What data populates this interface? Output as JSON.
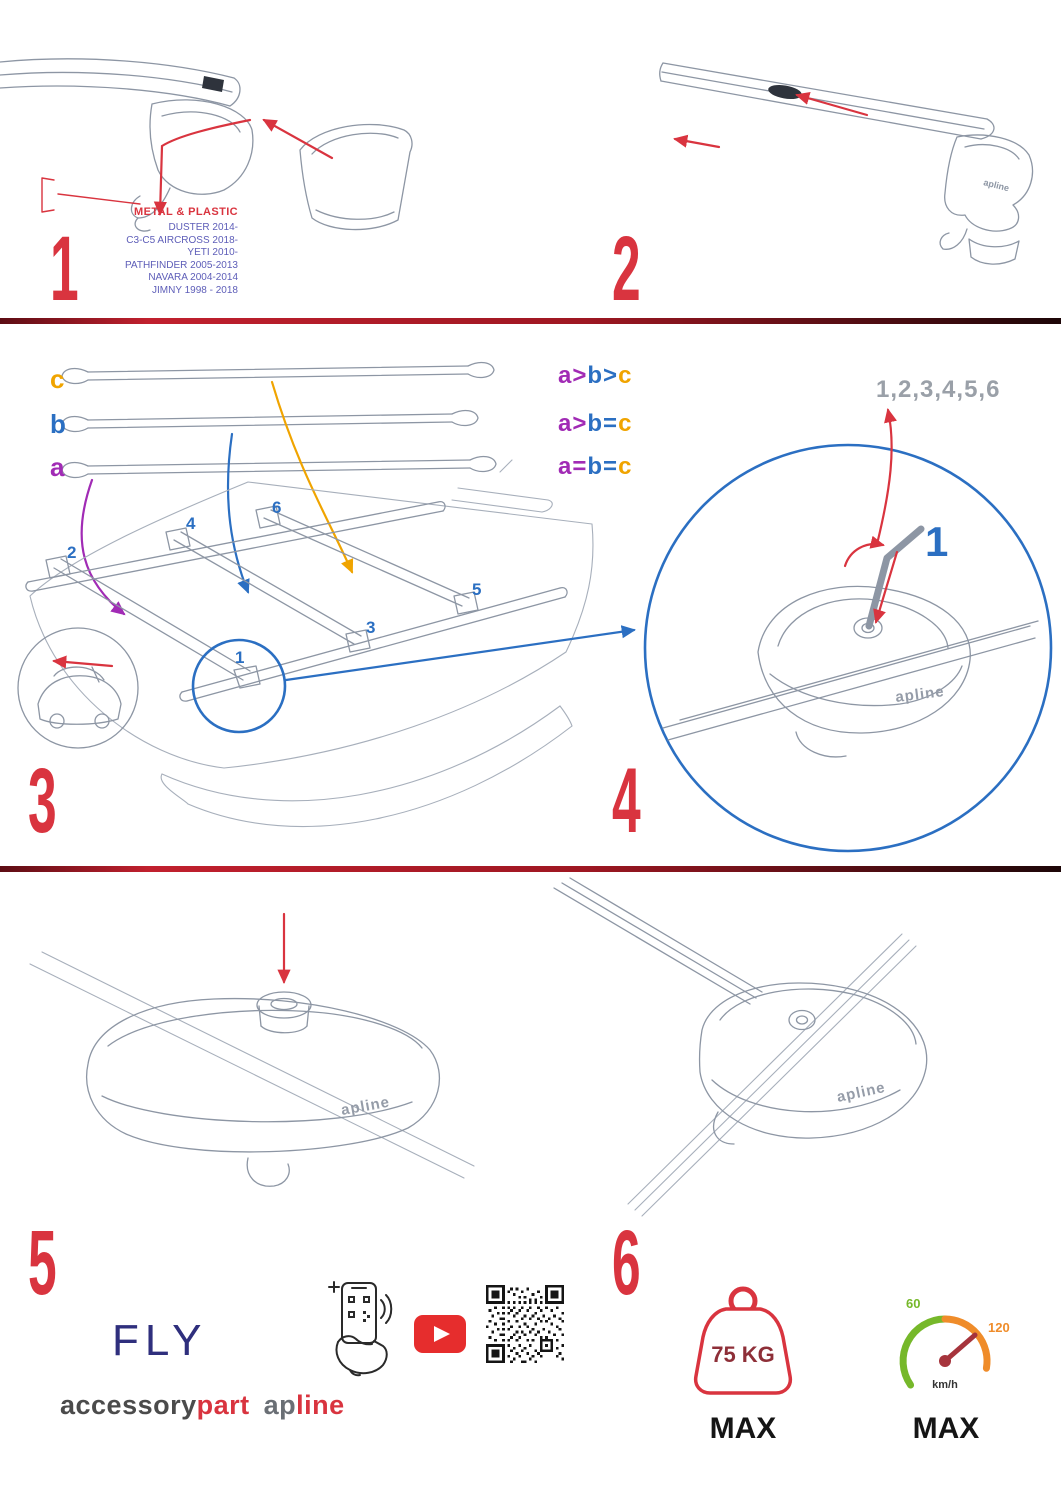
{
  "colors": {
    "red": "#d9343f",
    "darkred": "#a6343c",
    "blue": "#2b6fc2",
    "purple": "#a12bb5",
    "orange": "#f0a400",
    "gray": "#9aa0a8",
    "line": "#8d96a4",
    "navy": "#2f2f7d",
    "brandgray": "#4b4b4b",
    "green": "#76b82a",
    "speedorange": "#ef8c2a",
    "ytred": "#e62d2d",
    "maroon": "#8e2f38"
  },
  "step1": {
    "number": "1",
    "material": "METAL & PLASTIC",
    "models": [
      "DUSTER 2014-",
      "C3-C5 AIRCROSS 2018-",
      "YETI 2010-",
      "PATHFINDER 2005-2013",
      "NAVARA 2004-2014",
      "JIMNY 1998 - 2018"
    ]
  },
  "step2": {
    "number": "2",
    "logo": "apline"
  },
  "step3": {
    "number": "3",
    "bar_c": "c",
    "bar_b": "b",
    "bar_a": "a",
    "rule1": {
      "a": "a",
      "op1": ">",
      "b": "b",
      "op2": ">",
      "c": "c"
    },
    "rule2": {
      "a": "a",
      "op1": ">",
      "b": "b",
      "op2": "=",
      "c": "c"
    },
    "rule3": {
      "a": "a",
      "op1": "=",
      "b": "b",
      "op2": "=",
      "c": "c"
    },
    "pos1": "1",
    "pos2": "2",
    "pos3": "3",
    "pos4": "4",
    "pos5": "5",
    "pos6": "6"
  },
  "step4": {
    "number": "4",
    "sequence": "1,2,3,4,5,6",
    "first": "1",
    "logo": "apline"
  },
  "step5": {
    "number": "5",
    "logo": "apline"
  },
  "step6": {
    "number": "6",
    "logo": "apline"
  },
  "branding": {
    "product": "FLY",
    "accessory": "accessory",
    "part": "part",
    "ap": "ap",
    "line": "line"
  },
  "specs": {
    "weight": "75 KG",
    "weight_max": "MAX",
    "speed_low": "60",
    "speed_high": "120",
    "speed_unit": "km/h",
    "speed_max": "MAX"
  }
}
